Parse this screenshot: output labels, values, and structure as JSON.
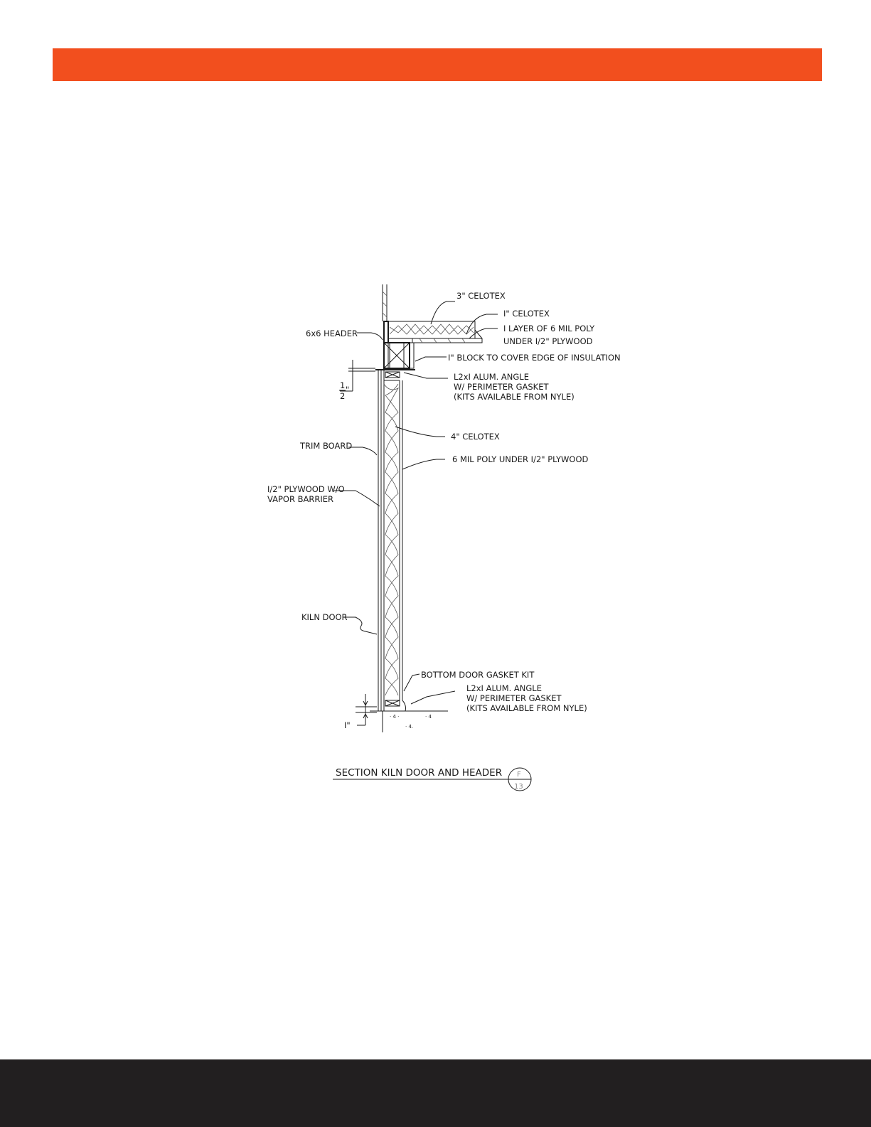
{
  "colors": {
    "banner": "#f24f1e",
    "footer": "#221f20",
    "line": "#1a1a1a"
  },
  "labels": {
    "celotex_3": "3\" CELOTEX",
    "celotex_1": "I\" CELOTEX",
    "poly_layer_1": "I LAYER OF 6 MIL POLY",
    "poly_layer_2": "UNDER I/2\" PLYWOOD",
    "header": "6x6 HEADER",
    "block": "I\" BLOCK TO COVER EDGE OF INSULATION",
    "angle_top_1": "L2xI ALUM. ANGLE",
    "angle_top_2": "W/ PERIMETER GASKET",
    "angle_top_3": "(KITS AVAILABLE FROM NYLE)",
    "dim_half_num": "1",
    "dim_half_den": "2",
    "dim_half_unit": "\"",
    "celotex_4": "4\" CELOTEX",
    "trim_board": "TRIM BOARD",
    "poly_plywood": "6 MIL POLY UNDER I/2\" PLYWOOD",
    "plywood_1": "I/2\" PLYWOOD W/O",
    "plywood_2": "VAPOR BARRIER",
    "kiln_door": "KILN DOOR",
    "bottom_gasket": "BOTTOM DOOR GASKET KIT",
    "angle_bot_1": "L2xI ALUM. ANGLE",
    "angle_bot_2": "W/ PERIMETER GASKET",
    "angle_bot_3": "(KITS AVAILABLE FROM NYLE)",
    "dim_one": "I\""
  },
  "section_title": {
    "text": "SECTION KILN DOOR AND HEADER",
    "detail": "F",
    "sheet": "13"
  }
}
